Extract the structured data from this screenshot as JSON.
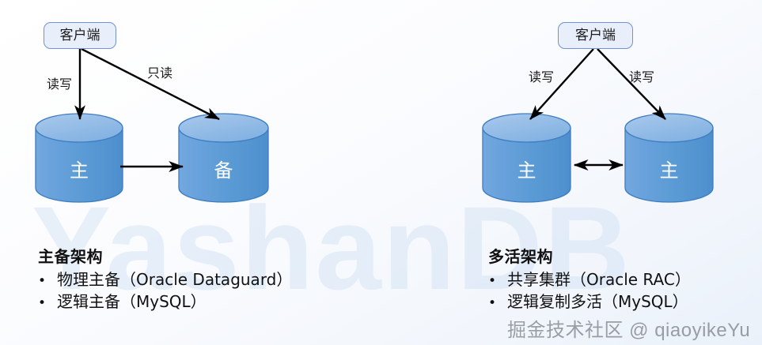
{
  "diagram": {
    "background_watermark": "YashanDB",
    "user_watermark": "掘金技术社区 @ qiaoyikeYu",
    "colors": {
      "cylinder_body": "#5B9BD5",
      "cylinder_top": "#8FB8E4",
      "cylinder_stroke": "#3E7CC0",
      "client_box_fill": "#E9EEFB",
      "client_box_border": "#6F93D4",
      "arrow": "#000000",
      "watermark": "#CFE0F4"
    }
  },
  "left_panel": {
    "client": {
      "label": "客户端"
    },
    "edges": [
      {
        "name": "read-write",
        "label": "读写"
      },
      {
        "name": "read-only",
        "label": "只读"
      },
      {
        "name": "replication",
        "label": ""
      }
    ],
    "nodes": [
      {
        "name": "primary",
        "label": "主"
      },
      {
        "name": "standby",
        "label": "备"
      }
    ],
    "caption": {
      "title": "主备架构",
      "bullet": "•",
      "items": [
        "物理主备（Oracle Dataguard）",
        "逻辑主备（MySQL）"
      ]
    }
  },
  "right_panel": {
    "client": {
      "label": "客户端"
    },
    "edges": [
      {
        "name": "read-write-left",
        "label": "读写"
      },
      {
        "name": "read-write-right",
        "label": "读写"
      },
      {
        "name": "bidirectional-sync",
        "label": ""
      }
    ],
    "nodes": [
      {
        "name": "primary-one",
        "label": "主"
      },
      {
        "name": "primary-two",
        "label": "主"
      }
    ],
    "caption": {
      "title": "多活架构",
      "bullet": "•",
      "items": [
        "共享集群（Oracle RAC）",
        "逻辑复制多活（MySQL）"
      ]
    }
  }
}
